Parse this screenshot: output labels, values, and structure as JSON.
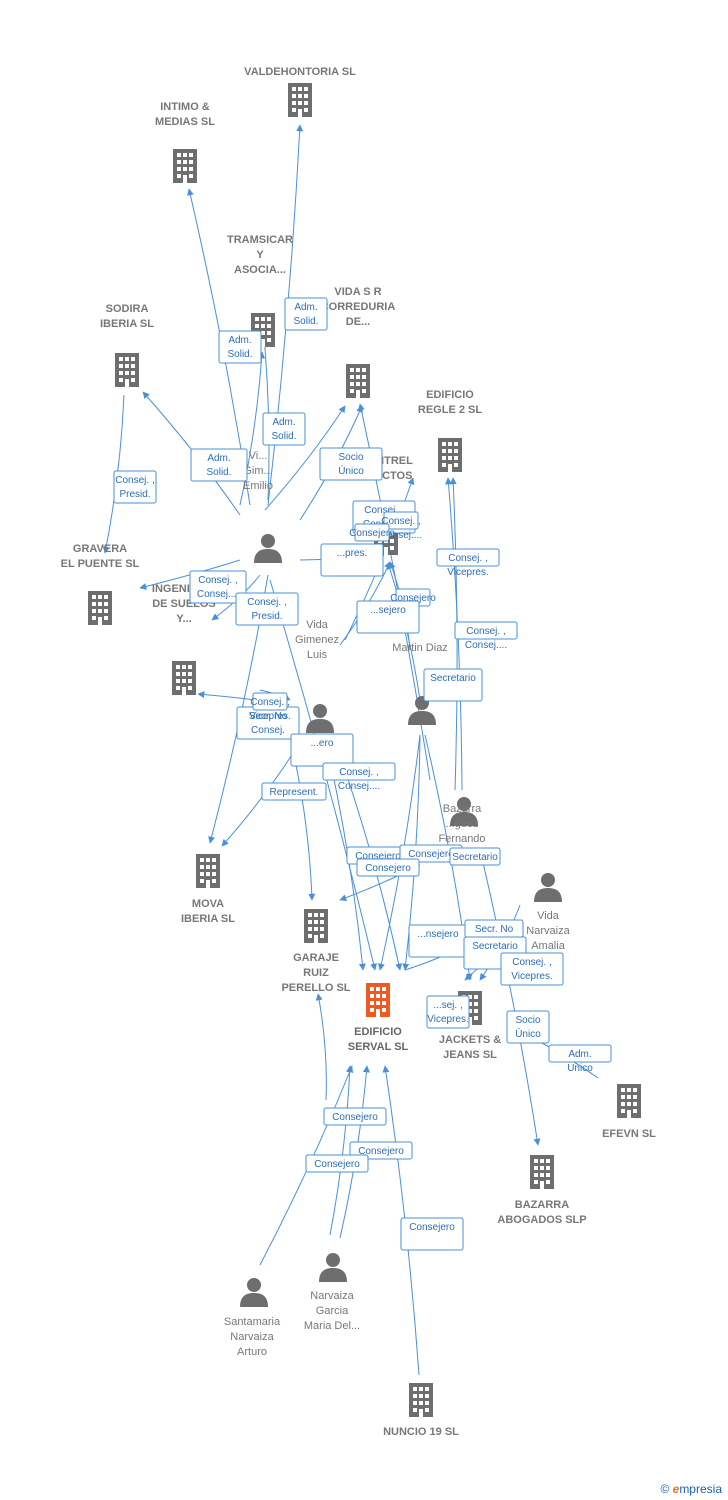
{
  "colors": {
    "edge": "#4a90d9",
    "node": "#6e6e6e",
    "focus": "#f05a22",
    "label": "#777777"
  },
  "nodes": [
    {
      "id": "valdehontoria",
      "type": "company",
      "label": [
        "VALDEHONTORIA SL"
      ]
    },
    {
      "id": "intimo",
      "type": "company",
      "label": [
        "INTIMO &",
        "MEDIAS SL"
      ]
    },
    {
      "id": "transicar",
      "type": "company",
      "label": [
        "TRAMSICAR",
        "Y",
        "ASOCIA..."
      ]
    },
    {
      "id": "sodira",
      "type": "company",
      "label": [
        "SODIRA",
        "IBERIA  SL"
      ]
    },
    {
      "id": "vidasr",
      "type": "company",
      "label": [
        "VIDA S R",
        "CORREDURIA",
        "DE..."
      ]
    },
    {
      "id": "edificioregle",
      "type": "company",
      "label": [
        "EDIFICIO",
        "REGLE 2  SL"
      ]
    },
    {
      "id": "cintrel",
      "type": "company",
      "label": [
        "CINTREL",
        "...ECTOS"
      ]
    },
    {
      "id": "gravera",
      "type": "company",
      "label": [
        "GRAVERA",
        "EL PUENTE SL"
      ]
    },
    {
      "id": "ingenieria",
      "type": "company",
      "label": [
        "INGENIERIA",
        "DE SUELOS",
        "Y..."
      ]
    },
    {
      "id": "mova",
      "type": "company",
      "label": [
        "MOVA",
        "IBERIA SL"
      ]
    },
    {
      "id": "garaje",
      "type": "company",
      "label": [
        "GARAJE",
        "RUIZ",
        "PERELLO  SL"
      ]
    },
    {
      "id": "serval",
      "type": "focus",
      "label": [
        "EDIFICIO",
        "SERVAL  SL"
      ]
    },
    {
      "id": "jackets",
      "type": "company",
      "label": [
        "JACKETS &",
        "JEANS SL"
      ]
    },
    {
      "id": "efevn",
      "type": "company",
      "label": [
        "EFEVN  SL"
      ]
    },
    {
      "id": "bazarra",
      "type": "company",
      "label": [
        "BAZARRA",
        "ABOGADOS  SLP"
      ]
    },
    {
      "id": "nuncio",
      "type": "company",
      "label": [
        "NUNCIO 19 SL"
      ]
    },
    {
      "id": "emilio",
      "type": "person",
      "label": [
        "Vi...",
        "Gim...",
        "Emilio"
      ]
    },
    {
      "id": "luis",
      "type": "person",
      "label": [
        "Vida",
        "Gimenez",
        "Luis"
      ]
    },
    {
      "id": "martin",
      "type": "person",
      "label": [
        "Martin Diaz"
      ]
    },
    {
      "id": "fernando",
      "type": "person",
      "label": [
        "Bazarra",
        "...guez",
        "Fernando"
      ]
    },
    {
      "id": "amalia",
      "type": "person",
      "label": [
        "Vida",
        "Narvaiza",
        "Amalia"
      ]
    },
    {
      "id": "santamaria",
      "type": "person",
      "label": [
        "Santamaria",
        "Narvaiza",
        "Arturo"
      ]
    },
    {
      "id": "narvaiza",
      "type": "person",
      "label": [
        "Narvaiza",
        "Garcia",
        "Maria Del..."
      ]
    }
  ],
  "edge_labels": [
    [
      "Adm.",
      "Solid."
    ],
    [
      "Adm.",
      "Solid."
    ],
    [
      "Adm.",
      "Solid."
    ],
    [
      "Adm.",
      "Solid."
    ],
    [
      "Consej. ,",
      "Presid."
    ],
    [
      "Socio",
      "Único"
    ],
    [
      "Consej. ,",
      "Consej...."
    ],
    [
      "Consej. ,",
      "Consej...."
    ],
    [
      "Consejero"
    ],
    [
      "...pres."
    ],
    [
      "Consej. ,",
      "Consej...."
    ],
    [
      "Consej. ,",
      "Presid."
    ],
    [
      "Consej. ,",
      "Vicepres."
    ],
    [
      "Consejero"
    ],
    [
      "...sejero"
    ],
    [
      "Consej. ,",
      "Consej...."
    ],
    [
      "Secretario"
    ],
    [
      "Secr.  No",
      "Consej."
    ],
    [
      "Consej. ,",
      "Vicepres."
    ],
    [
      "...ero"
    ],
    [
      "Consej. ,",
      "Consej...."
    ],
    [
      "Represent."
    ],
    [
      "Consejero"
    ],
    [
      "Consejero"
    ],
    [
      "Consejero"
    ],
    [
      "Secretario"
    ],
    [
      "...nsejero"
    ],
    [
      "Secr.  No",
      "Consej."
    ],
    [
      "Secretario"
    ],
    [
      "Consej. ,",
      "Vicepres."
    ],
    [
      "...sej. ,",
      "Vicepres."
    ],
    [
      "Socio",
      "Único"
    ],
    [
      "Adm.",
      "Unico"
    ],
    [
      "Consejero"
    ],
    [
      "Consejero"
    ],
    [
      "Consejero"
    ],
    [
      "Consejero"
    ],
    [
      "Consej. ,",
      "Consej...."
    ]
  ],
  "footer": {
    "copyright": "©",
    "brand_initial": "e",
    "brand_rest": "mpresia"
  }
}
